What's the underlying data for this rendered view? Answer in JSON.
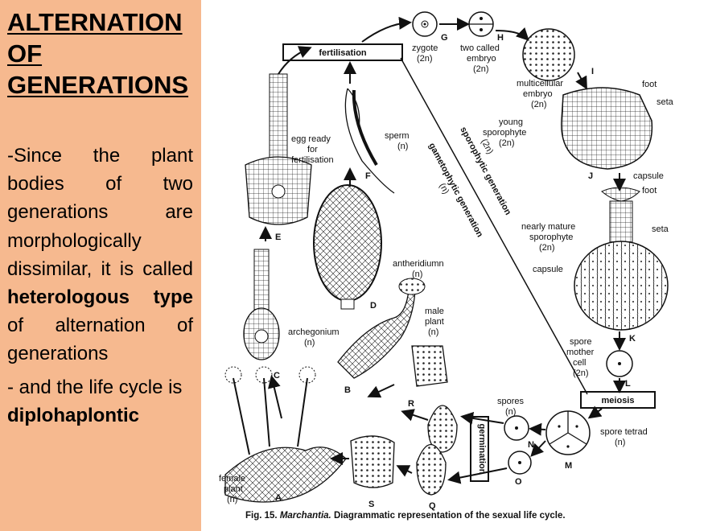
{
  "slide": {
    "title_lines": [
      "ALTERNATION",
      "OF",
      "GENERATIONS"
    ],
    "paragraph1": {
      "intro": "-Since the plant bodies of two generations are morphologically dissimilar, it is called ",
      "emphasis": "heterologous type",
      "outro": " of alternation of generations"
    },
    "paragraph2": {
      "intro": "- and the life cycle is ",
      "emphasis": "diplohaplontic"
    }
  },
  "figure": {
    "caption_prefix": "Fig. 15.",
    "caption_genus": "Marchantia.",
    "caption_rest": "Diagrammatic representation of the sexual life cycle.",
    "box_fertilisation": "fertilisation",
    "box_meiosis": "meiosis",
    "box_germination": "germination",
    "sporophytic_generation": "sporophytic generation",
    "gametophytic_generation": "gametophytic generation",
    "labels": {
      "zygote": "zygote",
      "two_n": "(2n)",
      "n": "(n)",
      "two_called": "two called",
      "embryo": "embryo",
      "multicellular": "multicellular",
      "young": "young",
      "sporophyte": "sporophyte",
      "foot": "foot",
      "seta": "seta",
      "capsule": "capsule",
      "nearly_mature": "nearly mature",
      "spore": "spore",
      "mother": "mother",
      "cell": "cell",
      "spores": "spores",
      "spore_tetrad": "spore tetrad",
      "egg_ready": "egg ready",
      "for": "for",
      "fertilisation": "fertilisation",
      "sperm": "sperm",
      "antheridiumn": "antheridiumn",
      "male": "male",
      "plant": "plant",
      "archegonium": "archegonium",
      "female": "female"
    },
    "stages": [
      "G",
      "H",
      "I",
      "J",
      "K",
      "L",
      "M",
      "N",
      "O",
      "P",
      "Q",
      "R",
      "S",
      "A",
      "B",
      "C",
      "D",
      "E",
      "F"
    ],
    "colors": {
      "background": "#f6b98f",
      "ink": "#111111"
    }
  }
}
